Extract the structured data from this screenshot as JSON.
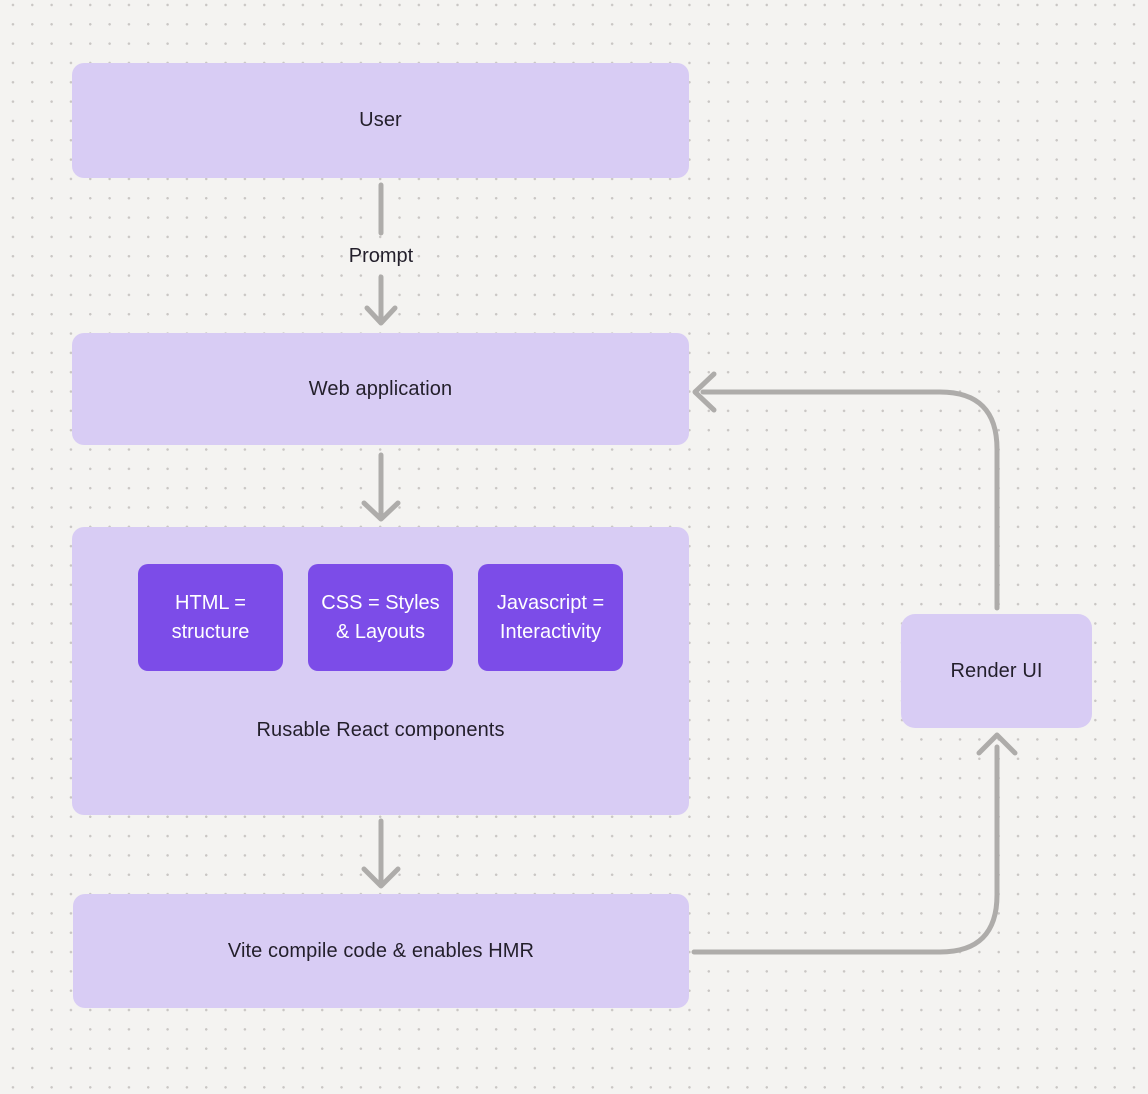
{
  "diagram": {
    "nodes": {
      "user": {
        "label": "User"
      },
      "web_application": {
        "label": "Web application"
      },
      "components_container": {
        "note": "Rusable React components"
      },
      "html": {
        "label": "HTML = structure"
      },
      "css": {
        "label": "CSS = Styles & Layouts"
      },
      "javascript": {
        "label": "Javascript = Interactivity"
      },
      "vite": {
        "label": "Vite compile code & enables HMR"
      },
      "render_ui": {
        "label": "Render UI"
      }
    },
    "edges": {
      "user_to_webapp": {
        "label": "Prompt"
      },
      "webapp_to_components": {
        "label": ""
      },
      "components_to_vite": {
        "label": ""
      },
      "vite_to_render": {
        "label": ""
      },
      "render_to_webapp": {
        "label": ""
      }
    },
    "connections": [
      {
        "from": "User",
        "to": "Web application",
        "label": "Prompt"
      },
      {
        "from": "Web application",
        "to": "Rusable React components",
        "label": ""
      },
      {
        "from": "Rusable React components",
        "to": "Vite compile code & enables HMR",
        "label": ""
      },
      {
        "from": "Vite compile code & enables HMR",
        "to": "Render UI",
        "label": ""
      },
      {
        "from": "Render UI",
        "to": "Web application",
        "label": ""
      }
    ],
    "colors": {
      "background": "#f4f3f1",
      "grid_dot": "#c9c6c4",
      "node_fill": "#d8ccf4",
      "accent_fill": "#7c4ce8",
      "accent_text": "#ffffff",
      "node_text": "#231f2b",
      "connector": "#aeacaa"
    }
  }
}
